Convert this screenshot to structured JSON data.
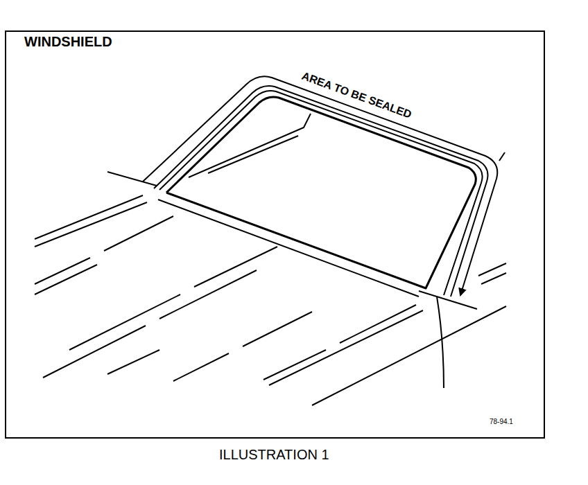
{
  "diagram": {
    "title": "WINDSHIELD",
    "caption": "ILLUSTRATION 1",
    "labels": [
      "AREA TO BE SEALED",
      "78-94.1"
    ]
  }
}
